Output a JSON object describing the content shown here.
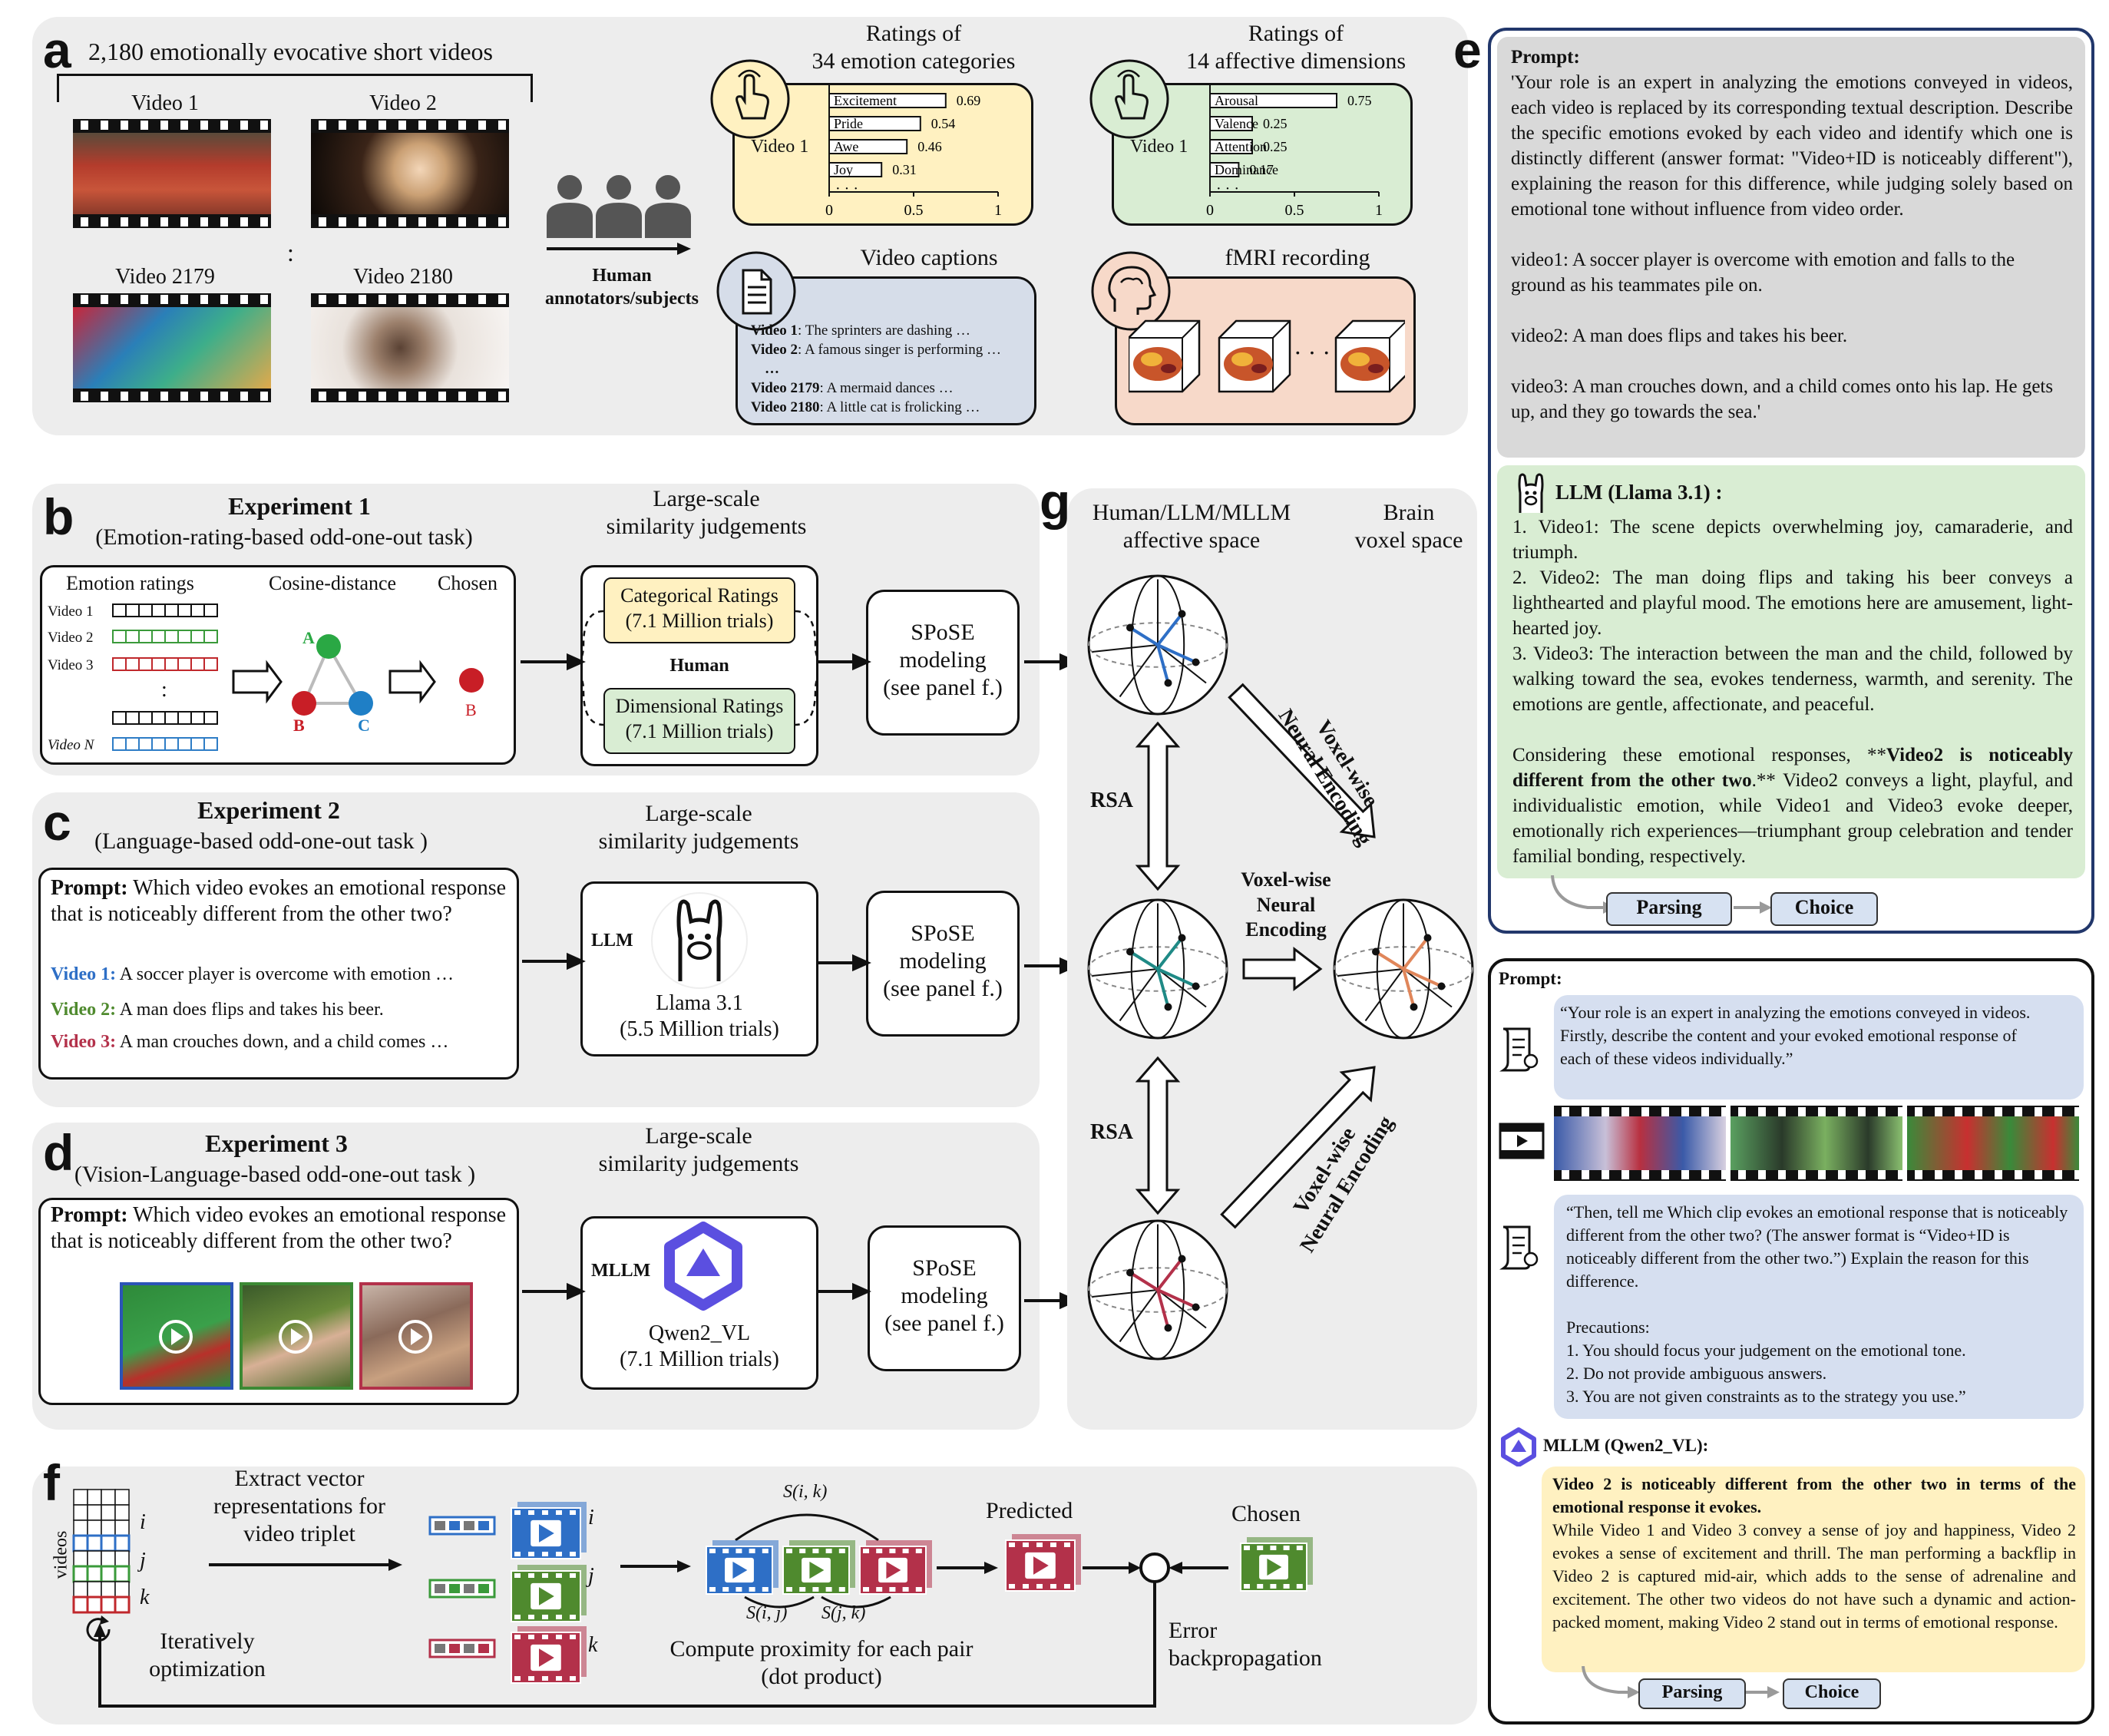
{
  "panel_letters": {
    "a": "a",
    "b": "b",
    "c": "c",
    "d": "d",
    "e": "e",
    "f": "f",
    "g": "g"
  },
  "panel_a": {
    "title": "2,180 emotionally evocative short videos",
    "video_labels": [
      "Video 1",
      "Video 2",
      "Video 2179",
      "Video 2180"
    ],
    "ellipsis": ":",
    "annotators": "Human\nannotators/subjects",
    "emotion_title": "Ratings of\n34 emotion categories",
    "emotion_row_label": "Video 1",
    "emotion_bars": [
      {
        "name": "Excitement",
        "value": 0.69,
        "label": "0.69"
      },
      {
        "name": "Pride",
        "value": 0.54,
        "label": "0.54"
      },
      {
        "name": "Awe",
        "value": 0.46,
        "label": "0.46"
      },
      {
        "name": "Joy",
        "value": 0.31,
        "label": "0.31"
      }
    ],
    "affect_title": "Ratings of\n14 affective dimensions",
    "affect_row_label": "Video 1",
    "affect_bars": [
      {
        "name": "Arousal",
        "value": 0.75,
        "label": "0.75"
      },
      {
        "name": "Valence",
        "value": 0.25,
        "label": "0.25"
      },
      {
        "name": "Attention",
        "value": 0.25,
        "label": "0.25"
      },
      {
        "name": "Dominance",
        "value": 0.17,
        "label": "0.17"
      }
    ],
    "axis_ticks": [
      "0",
      "0.5",
      "1"
    ],
    "more": "· · ·",
    "captions_title": "Video captions",
    "captions": [
      {
        "id": "Video 1",
        "text": ": The sprinters are dashing  …"
      },
      {
        "id": "Video 2",
        "text": ": A famous singer is performing …"
      },
      {
        "id": "…",
        "text": ""
      },
      {
        "id": "Video 2179",
        "text": ": A mermaid dances …"
      },
      {
        "id": "Video 2180",
        "text": ": A little cat is frolicking …"
      }
    ],
    "fmri_title": "fMRI recording",
    "fmri_dots": "· · ·"
  },
  "panel_b": {
    "title": "Experiment 1",
    "subtitle": "(Emotion-rating-based odd-one-out task)",
    "col_ratings": "Emotion ratings",
    "col_cosine": "Cosine-distance",
    "col_chosen": "Chosen",
    "rows": [
      "Video 1",
      "Video 2",
      "Video 3",
      "Video N"
    ],
    "dots": ":",
    "nodes": {
      "a": "A",
      "b": "B",
      "c": "C",
      "chosen": "B"
    },
    "judgement_title": "Large-scale\nsimilarity judgements",
    "categorical": "Categorical Ratings\n(7.1 Million trials)",
    "human": "Human",
    "dimensional": "Dimensional Ratings\n(7.1 Million trials)",
    "spose": "SPoSE\nmodeling\n(see panel f.)"
  },
  "panel_c": {
    "title": "Experiment 2",
    "subtitle": "(Language-based odd-one-out task )",
    "prompt_label": "Prompt:",
    "prompt_text": " Which video evokes an emotional response that is noticeably different from the other two?",
    "items": [
      {
        "id": "Video 1:",
        "text": " A soccer player is overcome with emotion  …",
        "color": "#2e6fc6"
      },
      {
        "id": "Video 2:",
        "text": " A man does flips and takes his beer.",
        "color": "#4f8a2e"
      },
      {
        "id": "Video 3:",
        "text": " A man crouches down, and a child comes …",
        "color": "#b3314a"
      }
    ],
    "judgement_title": "Large-scale\nsimilarity judgements",
    "model_tag": "LLM",
    "model_name": "Llama 3.1\n(5.5 Million trials)",
    "spose": "SPoSE\nmodeling\n(see panel f.)"
  },
  "panel_d": {
    "title": "Experiment 3",
    "subtitle": "(Vision-Language-based odd-one-out task )",
    "prompt_label": "Prompt:",
    "prompt_text": " Which video evokes an emotional response that is noticeably different from the other two?",
    "judgement_title": "Large-scale\nsimilarity judgements",
    "model_tag": "MLLM",
    "model_name": "Qwen2_VL\n(7.1 Million trials)",
    "spose": "SPoSE\nmodeling\n(see panel f.)"
  },
  "panel_g": {
    "left_title": "Human/LLM/MLLM\naffective space",
    "right_title": "Brain\nvoxel space",
    "rsa": "RSA",
    "voxel_enc": "Voxel-wise\nNeural Encoding"
  },
  "panel_f": {
    "axis_label": "videos",
    "row_labels": [
      "i",
      "j",
      "k"
    ],
    "extract": "Extract vector\nrepresentations for\nvideo triplet",
    "iterate": "Iteratively\noptimization",
    "sim_top": "S(i, k)",
    "sim_ij": "S(i, j)",
    "sim_jk": "S(j, k)",
    "compute": "Compute proximity for each pair\n(dot product)",
    "predicted": "Predicted",
    "chosen": "Chosen",
    "error": "Error\nbackpropagation"
  },
  "panel_e": {
    "top_prompt_label": "Prompt:",
    "top_prompt_text": "'Your role is an expert in analyzing the emotions conveyed in videos, each video is replaced by its corresponding textual description. Describe the specific emotions evoked by each video and identify which one is distinctly different (answer format: \"Video+ID is noticeably different\"), explaining the reason for this difference, while judging solely based on emotional tone without influence from video order.",
    "top_video1": "video1: A soccer player is overcome with emotion and falls to the ground as his teammates pile on.",
    "top_video2": "video2: A man does flips and takes his beer.",
    "top_video3": "video3: A man crouches down, and a child comes onto his lap. He gets up, and they go towards the sea.'",
    "llm_label": "LLM (Llama 3.1) :",
    "llm_1": "1. Video1:  The scene depicts overwhelming joy, camaraderie, and triumph.",
    "llm_2": "2. Video2:  The man doing flips and taking his beer conveys a lighthearted and playful mood. The emotions here are amusement, light-hearted joy.",
    "llm_3": "3. Video3:  The interaction between the man and the child, followed by walking toward the sea, evokes tenderness, warmth, and serenity. The emotions are gentle, affectionate, and peaceful.",
    "llm_c1": "Considering these emotional responses, **",
    "llm_c2": "Video2 is noticeably different from the other two",
    "llm_c3": ".**  Video2 conveys a light, playful, and individualistic emotion, while Video1 and Video3 evoke deeper, emotionally rich experiences—triumphant group celebration and tender familial bonding, respectively.",
    "parsing": "Parsing",
    "choice": "Choice",
    "bot_prompt_label": "Prompt:",
    "bot_q1": "“Your role is an expert in analyzing the emotions conveyed in videos.\nFirstly,  describe the content and your evoked emotional response of each of these videos individually.”",
    "bot_q2": "“Then, tell me Which clip evokes an emotional response that is noticeably different from the other two? (The answer format is “Video+ID is noticeably different from the other two.”)  Explain the reason for this difference.",
    "bot_prec": "Precautions:\n1. You should focus your judgement on the emotional tone.\n2. Do not provide ambiguous answers.\n3. You are not given constraints as to the strategy you use.”",
    "mllm_label": "MLLM (Qwen2_VL):",
    "mllm_bold": "Video 2 is noticeably different from the other two in terms of the emotional response it evokes.",
    "mllm_text": "While Video 1 and Video 3 convey a sense of joy and happiness, Video 2 evokes a sense of excitement and thrill. The man performing a backflip in Video 2 is captured mid-air, which adds to the sense of adrenaline and excitement. The other two videos do not have such a dynamic and action-packed moment, making Video 2 stand out in terms of emotional response.",
    "parsing2": "Parsing",
    "choice2": "Choice"
  },
  "colors": {
    "blue": "#2e6fc6",
    "green": "#4f8a2e",
    "red": "#b3314a",
    "teal": "#1f8a86",
    "orange": "#e0865a",
    "navy": "#2b3a8c"
  }
}
